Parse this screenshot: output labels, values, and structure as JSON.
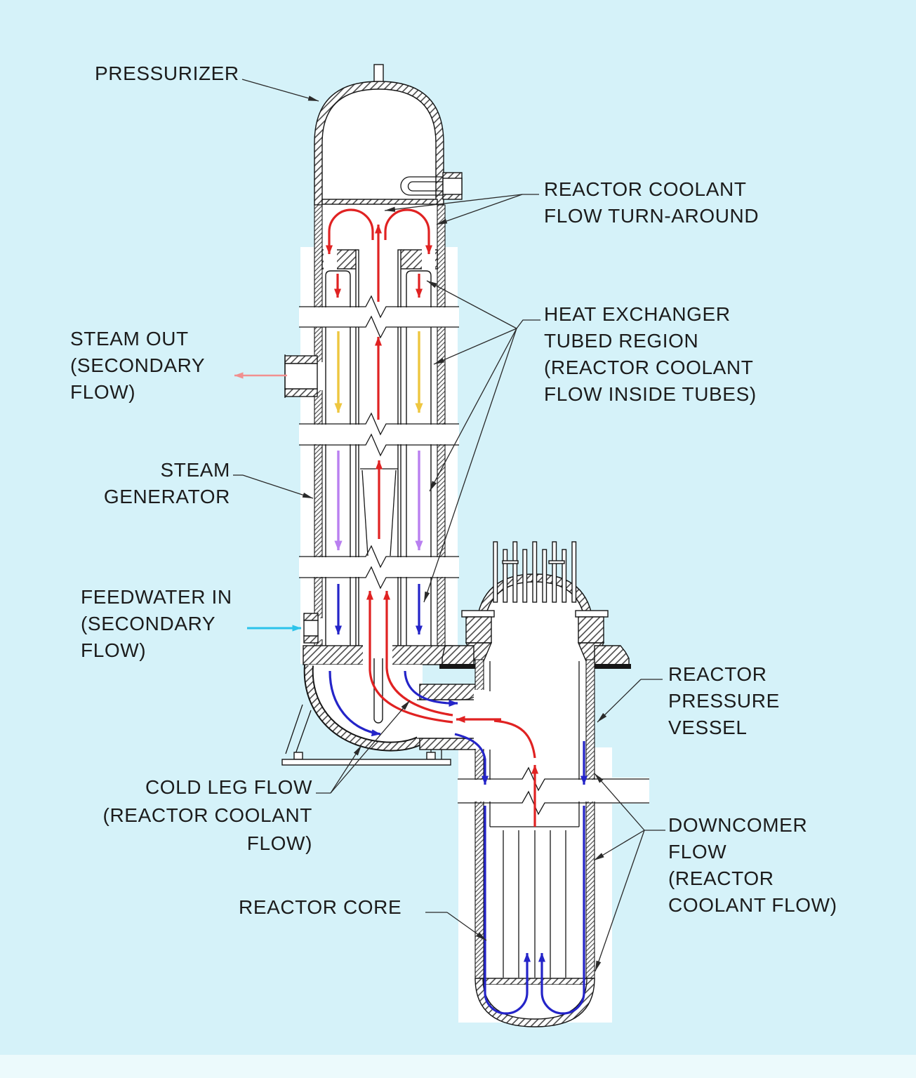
{
  "diagram": {
    "description": "Cutaway line drawing of an integral pressurized-water reactor: pressurizer and steam generator column at left connected by a coaxial pipe to the reactor pressure vessel with core at right, with colored coolant flow arrows."
  },
  "labels": {
    "pressurizer": {
      "lines": [
        "PRESSURIZER"
      ]
    },
    "coolant_turnaround": {
      "lines": [
        "REACTOR COOLANT",
        "FLOW TURN-AROUND"
      ]
    },
    "heat_exchanger": {
      "lines": [
        "HEAT EXCHANGER",
        "TUBED REGION",
        "(REACTOR COOLANT",
        "FLOW INSIDE TUBES)"
      ]
    },
    "steam_out": {
      "lines": [
        "STEAM OUT",
        "(SECONDARY",
        "FLOW)"
      ]
    },
    "steam_generator": {
      "lines": [
        "STEAM",
        "GENERATOR"
      ]
    },
    "feedwater_in": {
      "lines": [
        "FEEDWATER IN",
        "(SECONDARY",
        "FLOW)"
      ]
    },
    "cold_leg": {
      "lines": [
        "COLD LEG FLOW",
        "(REACTOR COOLANT",
        "FLOW)"
      ]
    },
    "reactor_core": {
      "lines": [
        "REACTOR CORE"
      ]
    },
    "reactor_pressure_vessel": {
      "lines": [
        "REACTOR",
        "PRESSURE",
        "VESSEL"
      ]
    },
    "downcomer": {
      "lines": [
        "DOWNCOMER",
        "FLOW",
        "(REACTOR",
        "COOLANT FLOW)"
      ]
    }
  },
  "colors": {
    "background": "#d5f2f9",
    "ink": "#1c1c1c",
    "red": "#e02222",
    "blue": "#2424c8",
    "yellow": "#eec63f",
    "purple": "#b97ff0",
    "cyan": "#2cc3ea",
    "pink": "#f19090"
  }
}
